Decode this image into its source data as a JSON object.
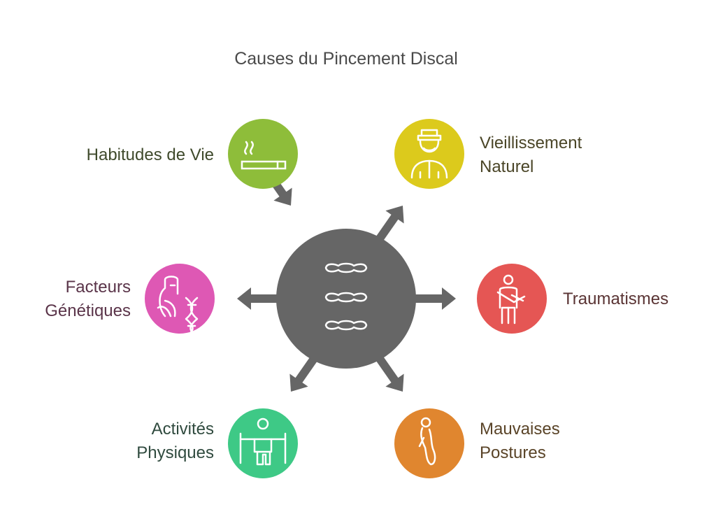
{
  "title": "Causes du Pincement Discal",
  "center": {
    "icon": "spine-vertebrae-icon",
    "color": "#666666"
  },
  "causes": [
    {
      "id": "habitudes",
      "label": "Habitudes de Vie",
      "icon": "cigarette-icon",
      "color": "#8ebd3a",
      "text_color": "#3f4a2c"
    },
    {
      "id": "vieillissement",
      "label": "Vieillissement Naturel",
      "icon": "old-man-icon",
      "color": "#dcca1c",
      "text_color": "#4a4527"
    },
    {
      "id": "traumatismes",
      "label": "Traumatismes",
      "icon": "injured-arm-person-icon",
      "color": "#e55654",
      "text_color": "#5a3434"
    },
    {
      "id": "postures",
      "label": "Mauvaises Postures",
      "icon": "bad-posture-icon",
      "color": "#e0862f",
      "text_color": "#5a4428"
    },
    {
      "id": "activites",
      "label": "Activités Physiques",
      "icon": "weightlifter-icon",
      "color": "#3ec986",
      "text_color": "#2f4a3e"
    },
    {
      "id": "genetiques",
      "label": "Facteurs Génétiques",
      "icon": "dna-person-icon",
      "color": "#de58b4",
      "text_color": "#5a3449"
    }
  ]
}
